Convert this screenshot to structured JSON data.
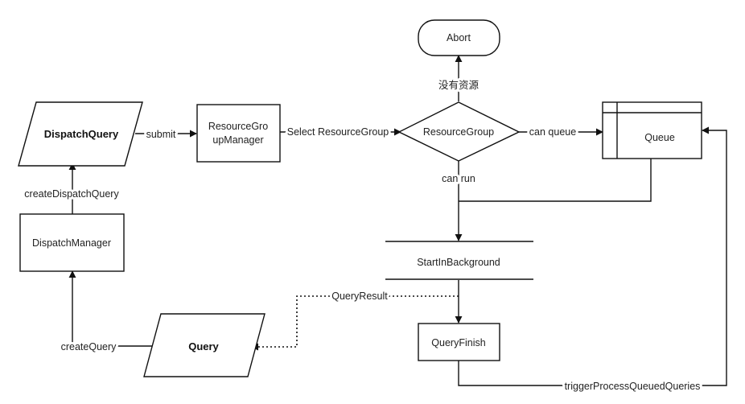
{
  "nodes": {
    "dispatch_query": "DispatchQuery",
    "resource_group_manager_line1": "ResourceGro",
    "resource_group_manager_line2": "upManager",
    "resource_group": "ResourceGroup",
    "abort": "Abort",
    "queue": "Queue",
    "dispatch_manager": "DispatchManager",
    "start_in_background": "StartInBackground",
    "query_finish": "QueryFinish",
    "query": "Query"
  },
  "edges": {
    "submit": "submit",
    "select_resource_group": "Select ResourceGroup",
    "no_resources": "没有资源",
    "can_queue": "can queue",
    "can_run": "can run",
    "create_dispatch_query": "createDispatchQuery",
    "create_query": "createQuery",
    "query_result": "QueryResult",
    "trigger_process_queued_queries": "triggerProcessQueuedQueries"
  }
}
